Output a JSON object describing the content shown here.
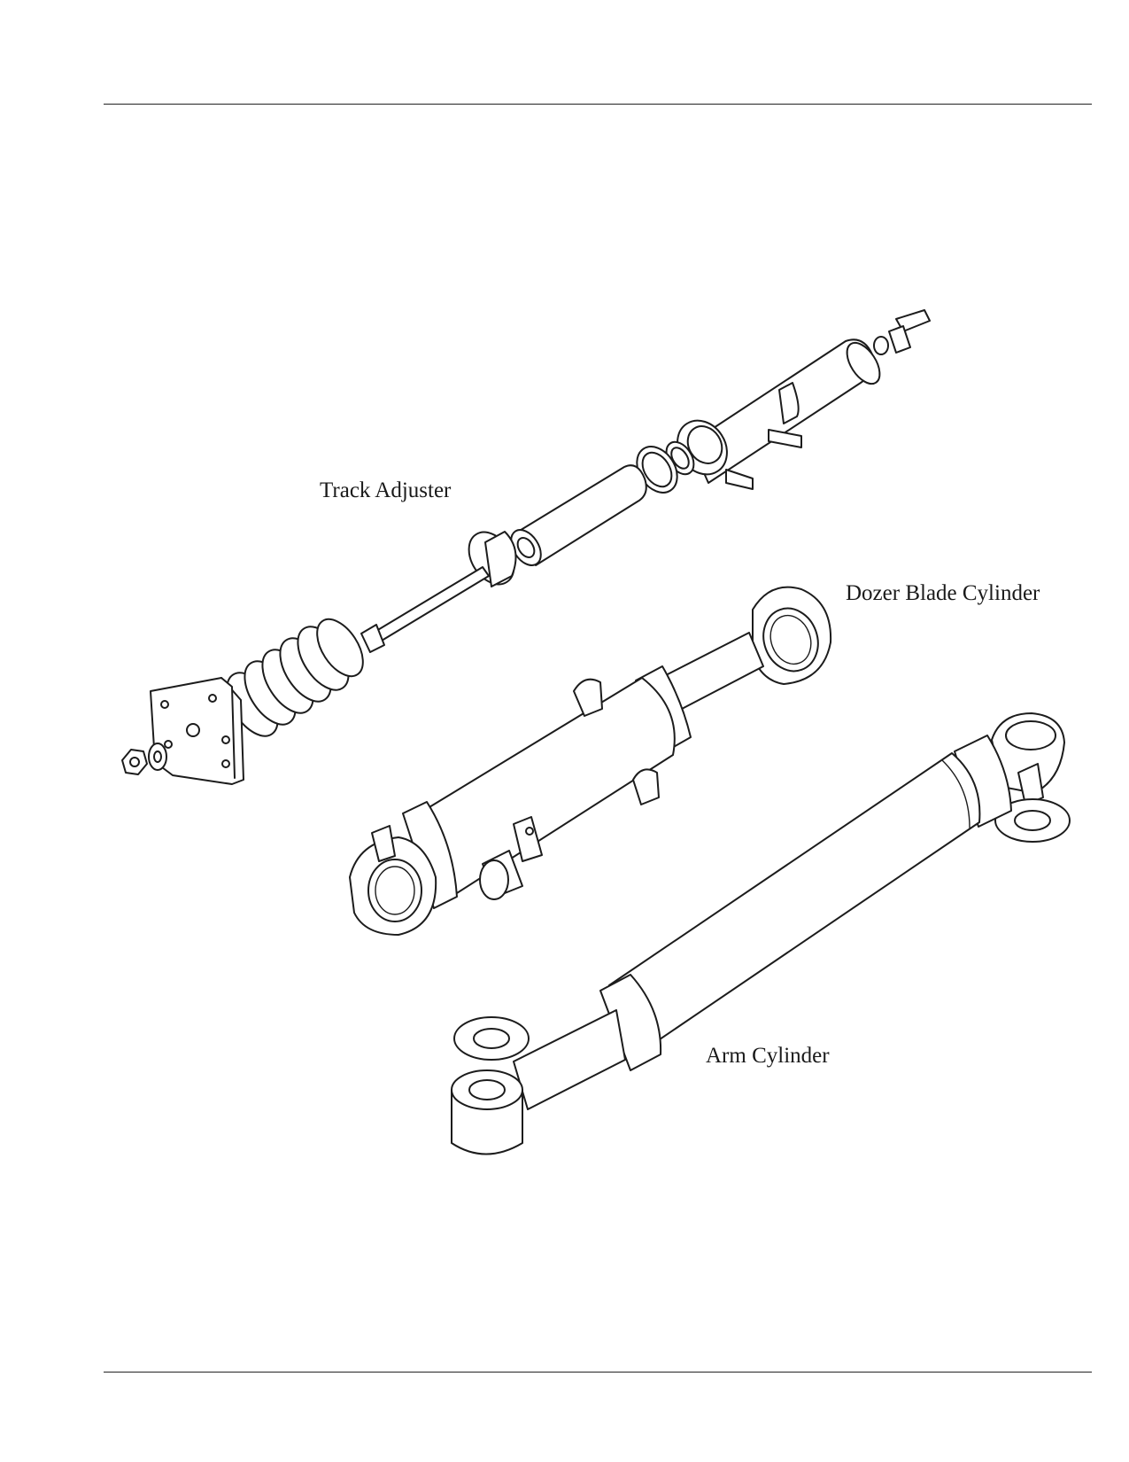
{
  "labels": {
    "track_adjuster": "Track Adjuster",
    "dozer_blade_cylinder": "Dozer Blade Cylinder",
    "arm_cylinder": "Arm Cylinder"
  }
}
